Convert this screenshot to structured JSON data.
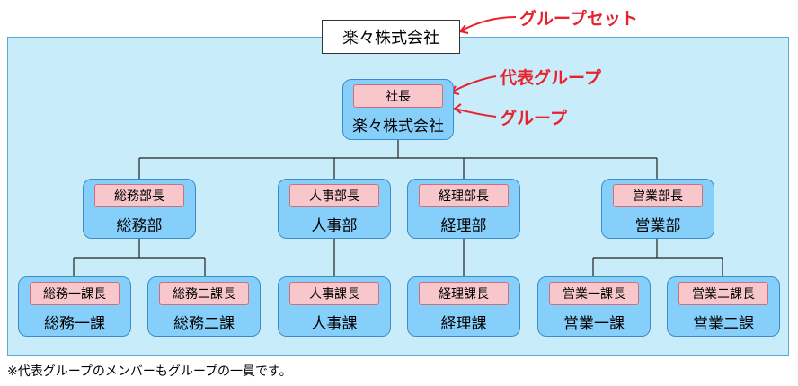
{
  "group_set": {
    "label": "楽々株式会社"
  },
  "callouts": {
    "group_set": "グループセット",
    "rep_group": "代表グループ",
    "group": "グループ"
  },
  "colors": {
    "frame_fill": "#c9ecfb",
    "node_fill": "#86cffa",
    "rep_fill": "#f8c7cc",
    "callout": "#e8232f"
  },
  "root": {
    "rep": "社長",
    "name": "楽々株式会社"
  },
  "departments": [
    {
      "rep": "総務部長",
      "name": "総務部"
    },
    {
      "rep": "人事部長",
      "name": "人事部"
    },
    {
      "rep": "経理部長",
      "name": "経理部"
    },
    {
      "rep": "営業部長",
      "name": "営業部"
    }
  ],
  "sections": [
    {
      "rep": "総務一課長",
      "name": "総務一課"
    },
    {
      "rep": "総務二課長",
      "name": "総務二課"
    },
    {
      "rep": "人事課長",
      "name": "人事課"
    },
    {
      "rep": "経理課長",
      "name": "経理課"
    },
    {
      "rep": "営業一課長",
      "name": "営業一課"
    },
    {
      "rep": "営業二課長",
      "name": "営業二課"
    }
  ],
  "footnote": "※代表グループのメンバーもグループの一員です。"
}
